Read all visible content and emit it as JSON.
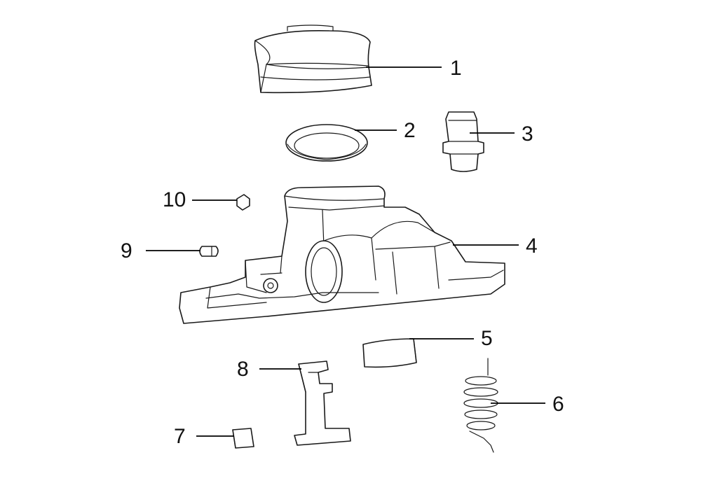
{
  "callouts": {
    "c1": "1",
    "c2": "2",
    "c3": "3",
    "c4": "4",
    "c5": "5",
    "c6": "6",
    "c7": "7",
    "c8": "8",
    "c9": "9",
    "c10": "10"
  },
  "colors": {
    "line": "#1a1a1a",
    "background": "#ffffff"
  }
}
